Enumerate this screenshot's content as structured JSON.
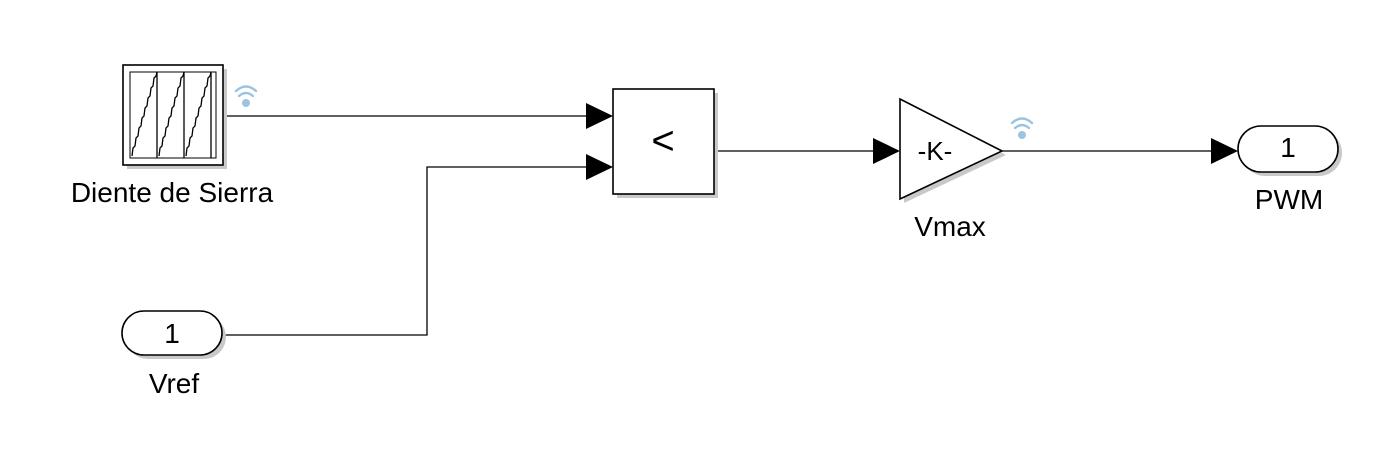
{
  "blocks": {
    "sawtooth": {
      "label": "Diente de Sierra"
    },
    "relational": {
      "operator": "<"
    },
    "gain": {
      "value": "-K-",
      "label": "Vmax"
    },
    "inport": {
      "number": "1",
      "label": "Vref"
    },
    "outport": {
      "number": "1",
      "label": "PWM"
    }
  },
  "colors": {
    "signal_icon": "#9cc3e0",
    "wire": "#000000"
  },
  "icons": {
    "signal_logging": "signal-logging-icon"
  }
}
